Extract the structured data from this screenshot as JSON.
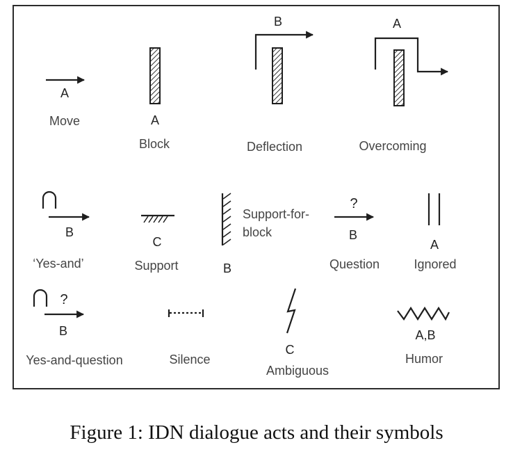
{
  "acts": {
    "move": {
      "label": "Move",
      "party": "A"
    },
    "block": {
      "label": "Block",
      "party": "A"
    },
    "deflection": {
      "label": "Deflection",
      "party": "B"
    },
    "overcoming": {
      "label": "Overcoming",
      "party": "A"
    },
    "yes_and": {
      "label": "‘Yes-and’",
      "party": "B"
    },
    "support": {
      "label": "Support",
      "party": "C"
    },
    "support_for_block": {
      "label_line1": "Support-for-",
      "label_line2": "block",
      "party": "B"
    },
    "question": {
      "label": "Question",
      "party": "B",
      "mark": "?"
    },
    "ignored": {
      "label": "Ignored",
      "party": "A"
    },
    "yes_and_question": {
      "label": "Yes-and-question",
      "party": "B",
      "mark": "?"
    },
    "silence": {
      "label": "Silence"
    },
    "ambiguous": {
      "label": "Ambiguous",
      "party": "C"
    },
    "humor": {
      "label": "Humor",
      "party": "A,B"
    }
  },
  "caption": "Figure 1: IDN dialogue acts and their symbols"
}
